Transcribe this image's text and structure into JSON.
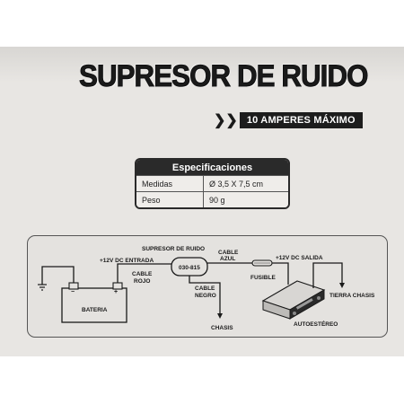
{
  "title": "SUPRESOR DE RUIDO",
  "tagline": "10 AMPERES MÁXIMO",
  "specs": {
    "header": "Especificaciones",
    "rows": [
      {
        "label": "Medidas",
        "value": "Ø 3,5 X 7,5 cm"
      },
      {
        "label": "Peso",
        "value": "90 g"
      }
    ]
  },
  "diagram": {
    "supresor_label": "SUPRESOR DE RUIDO",
    "entrada": "+12V DC ENTRADA",
    "cable_rojo_1": "CABLE",
    "cable_rojo_2": "ROJO",
    "model": "030-815",
    "cable_azul_1": "CABLE",
    "cable_azul_2": "AZUL",
    "salida": "+12V DC SALIDA",
    "cable_negro_1": "CABLE",
    "cable_negro_2": "NEGRO",
    "fusible": "FUSIBLE",
    "bateria": "BATERIA",
    "chasis": "CHASIS",
    "autoestereo": "AUTOESTÉREO",
    "tierra_chasis": "TIERRA CHASIS"
  }
}
